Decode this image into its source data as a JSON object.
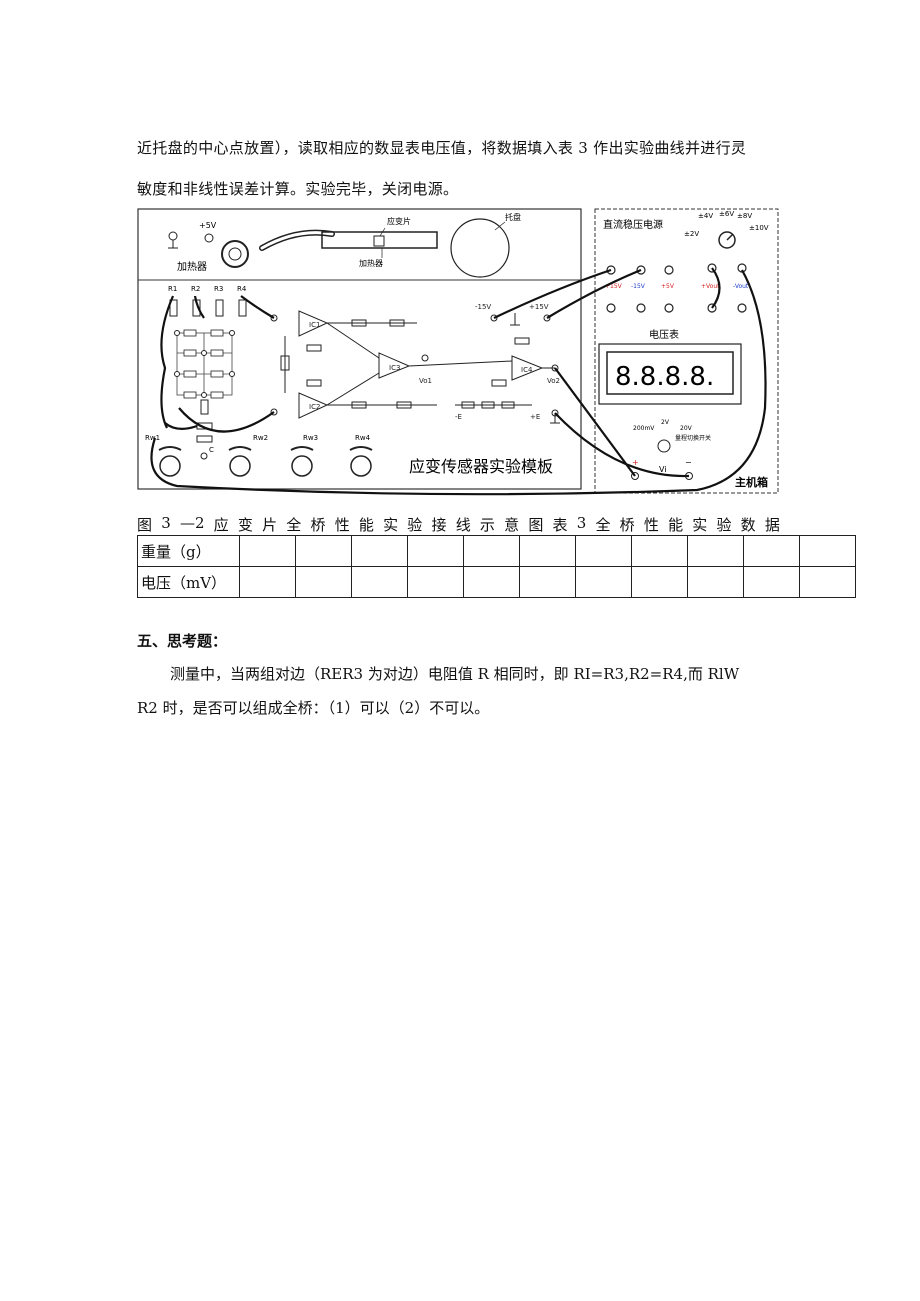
{
  "text": {
    "line1": "近托盘的中心点放置），读取相应的数显表电压值，将数据填入表 3 作出实验曲线并进行灵",
    "line2": "敏度和非线性误差计算。实验完毕，关闭电源。",
    "caption": "图 3 —2 应 变 片 全 桥 性 能 实 验 接 线 示 意 图 表 3 全 桥 性 能 实 验 数 据",
    "section_title": "五、思考题：",
    "q_line1": "测量中，当两组对边（RER3 为对边）电阻值 R 相同时，即 RI=R3,R2=R4,而 RlW",
    "q_line2": "R2 时，是否可以组成全桥：（1）可以（2）不可以。"
  },
  "table": {
    "rows": [
      {
        "label": "重量（g）",
        "cells": [
          "",
          "",
          "",
          "",
          "",
          "",
          "",
          "",
          "",
          "",
          ""
        ]
      },
      {
        "label": "电压（mV）",
        "cells": [
          "",
          "",
          "",
          "",
          "",
          "",
          "",
          "",
          "",
          "",
          ""
        ]
      }
    ]
  },
  "figure": {
    "module_title": "应变传感器实验模板",
    "heater": "加热器",
    "heater_top": "加热器",
    "plus5v_top": "+5V",
    "strain_gauge": "应变片",
    "tray": "托盘",
    "r1": "R1",
    "r2": "R2",
    "r3": "R3",
    "r4": "R4",
    "ic1": "IC1",
    "ic2": "IC2",
    "ic3": "IC3",
    "ic4": "IC4",
    "vo1": "Vo1",
    "vo2": "Vo2",
    "minus15v": "-15V",
    "plus15v": "+15V",
    "minus_e": "-E",
    "plus_e": "+E",
    "c": "C",
    "rw1": "Rw1",
    "rw2": "Rw2",
    "rw3": "Rw3",
    "rw4": "Rw4",
    "power_title": "直流稳压电源",
    "v_pm2": "±2V",
    "v_pm4": "±4V",
    "v_pm6": "±6V",
    "v_pm8": "±8V",
    "v_pm10": "±10V",
    "t_p15": "+15V",
    "t_m15": "-15V",
    "t_p5": "+5V",
    "t_pvout": "+Vout",
    "t_mvout": "-Vout",
    "meter_title": "电压表",
    "display": "8.8.8.8.",
    "range_200mv": "200mV",
    "range_2v": "2V",
    "range_20v": "20V",
    "range_switch": "量程切换开关",
    "vi": "Vi",
    "plus": "+",
    "minus": "−",
    "host": "主机箱",
    "colors": {
      "red": "#d81f1f",
      "blue": "#1f3fc8"
    }
  }
}
